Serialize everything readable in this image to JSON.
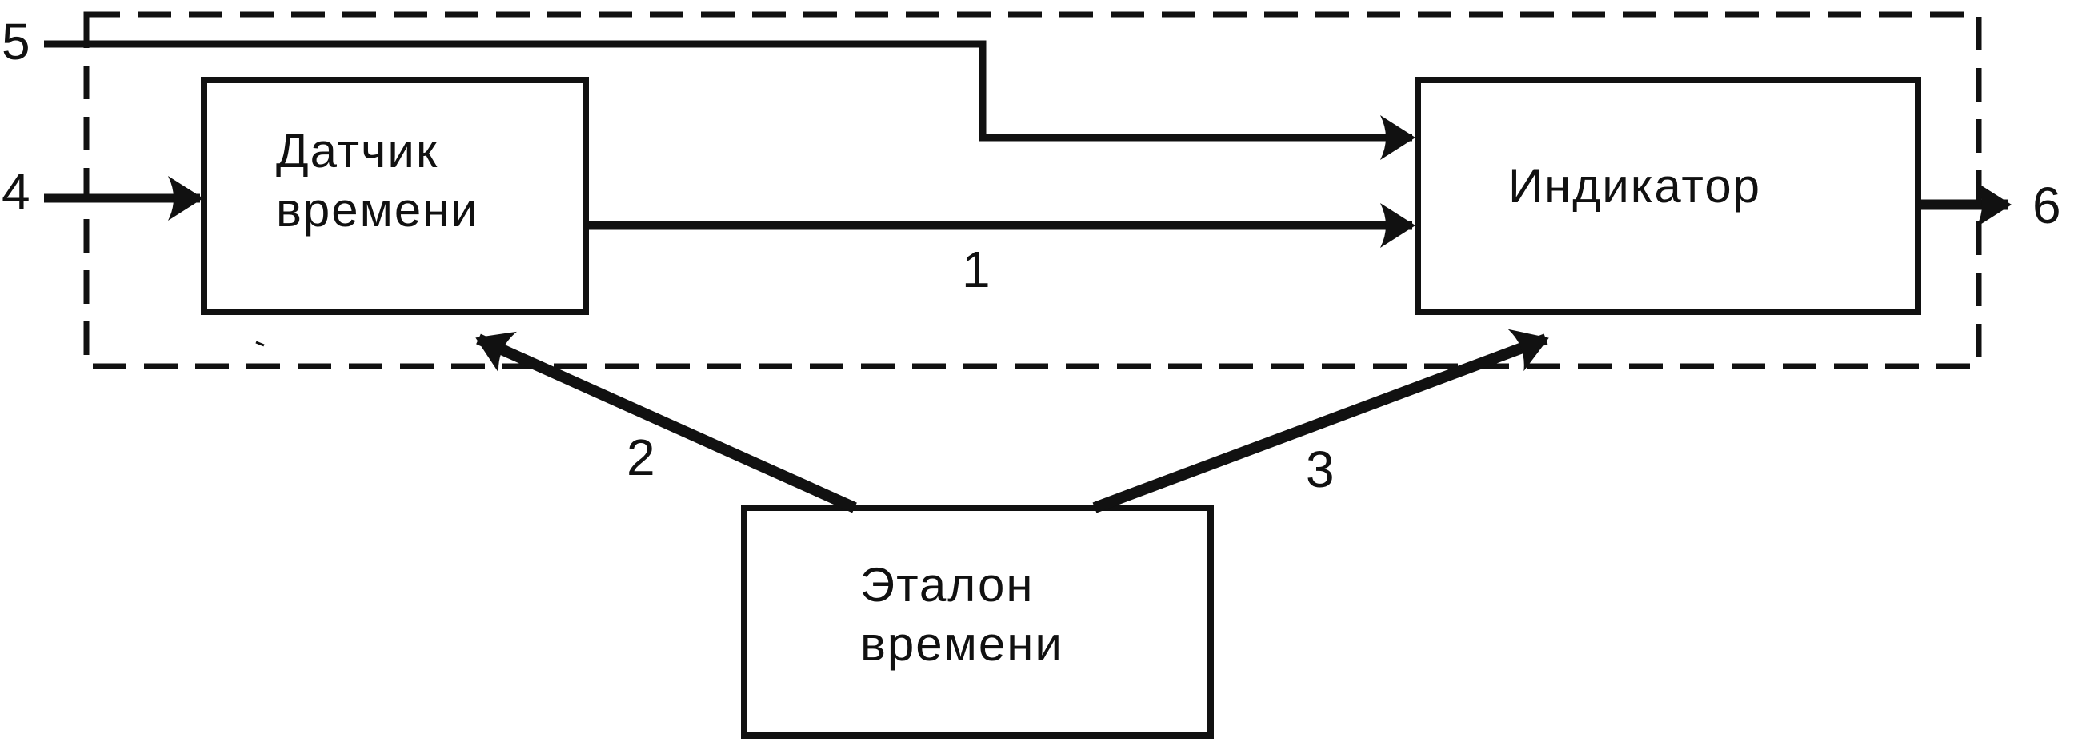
{
  "blocks": {
    "sensor": {
      "line1": "Датчик",
      "line2": "времени"
    },
    "indicator": {
      "line1": "Индикатор"
    },
    "standard": {
      "line1": "Эталон",
      "line2": "времени"
    }
  },
  "connections": {
    "c1": "1",
    "c2": "2",
    "c3": "3",
    "c4": "4",
    "c5": "5",
    "c6": "6"
  }
}
